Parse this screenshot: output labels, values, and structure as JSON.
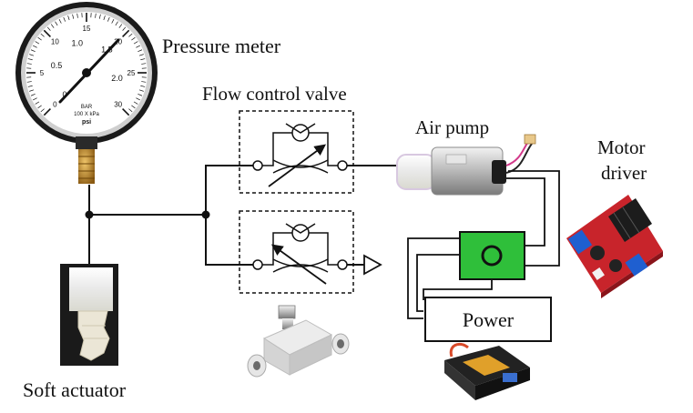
{
  "labels": {
    "pressure_meter": "Pressure meter",
    "flow_control_valve": "Flow control valve",
    "air_pump": "Air pump",
    "motor_driver_line1": "Motor",
    "motor_driver_line2": "driver",
    "power": "Power",
    "soft_actuator": "Soft actuator"
  },
  "gauge": {
    "inner_scale": [
      "0",
      "0.5",
      "1.0",
      "1.5",
      "2.0"
    ],
    "outer_scale": [
      "0",
      "5",
      "10",
      "15",
      "20",
      "25",
      "30"
    ],
    "unit_top": "BAR",
    "unit_mid": "100 X kPa",
    "unit_bottom": "psi"
  },
  "colors": {
    "line": "#111111",
    "switch_fill": "#2fbf3a",
    "driver_board": "#c8242b",
    "brass": "#c08a2a"
  }
}
